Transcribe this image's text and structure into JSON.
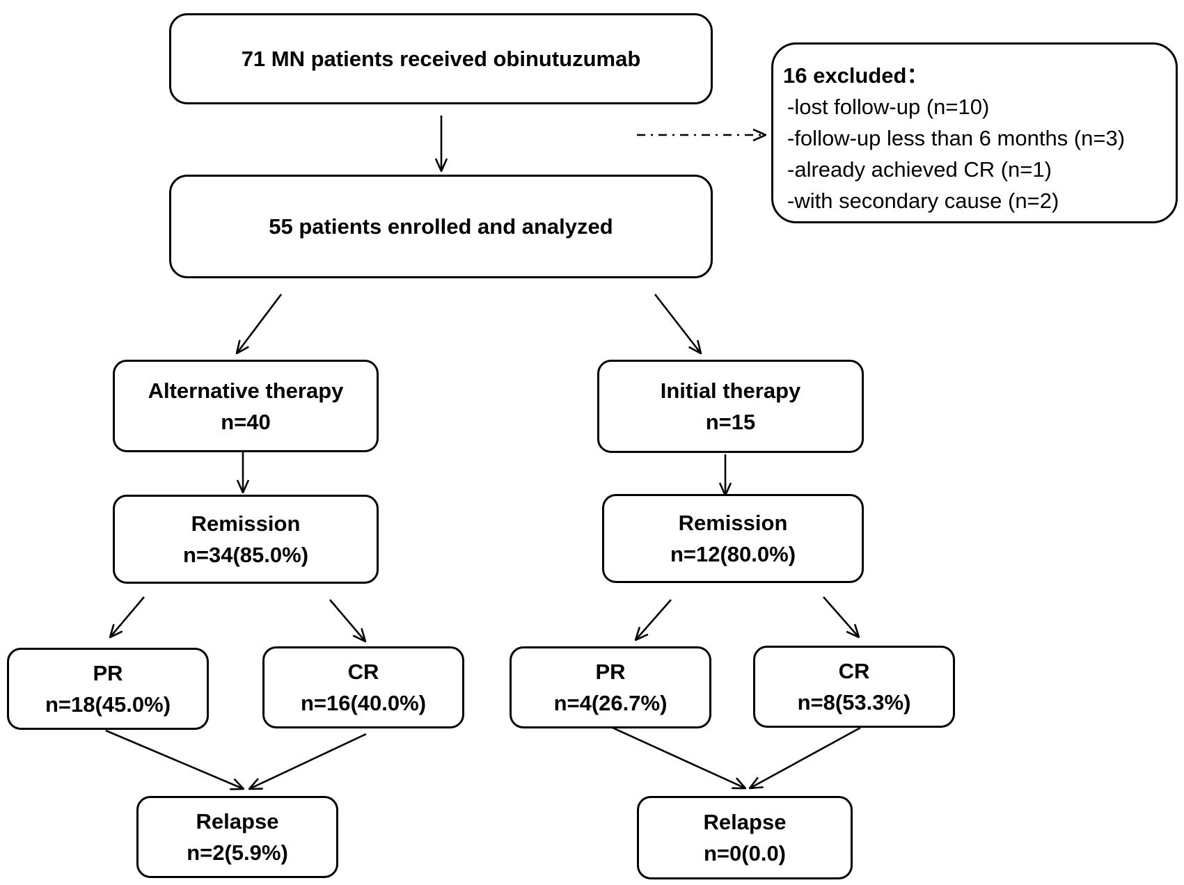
{
  "top": {
    "text": "71 MN patients received obinutuzumab"
  },
  "excluded": {
    "title": "16 excluded：",
    "items": [
      "-lost follow-up (n=10)",
      "-follow-up less than 6 months (n=3)",
      "-already achieved CR (n=1)",
      "-with secondary cause (n=2)"
    ]
  },
  "enrolled": {
    "text": "55 patients enrolled and analyzed"
  },
  "left": {
    "therapy": {
      "label": "Alternative therapy",
      "n": "n=40"
    },
    "remission": {
      "label": "Remission",
      "n": "n=34(85.0%)"
    },
    "pr": {
      "label": "PR",
      "n": "n=18(45.0%)"
    },
    "cr": {
      "label": "CR",
      "n": "n=16(40.0%)"
    },
    "relapse": {
      "label": "Relapse",
      "n": "n=2(5.9%)"
    }
  },
  "right": {
    "therapy": {
      "label": "Initial therapy",
      "n": "n=15"
    },
    "remission": {
      "label": "Remission",
      "n": "n=12(80.0%)"
    },
    "pr": {
      "label": "PR",
      "n": "n=4(26.7%)"
    },
    "cr": {
      "label": "CR",
      "n": "n=8(53.3%)"
    },
    "relapse": {
      "label": "Relapse",
      "n": "n=0(0.0)"
    }
  }
}
